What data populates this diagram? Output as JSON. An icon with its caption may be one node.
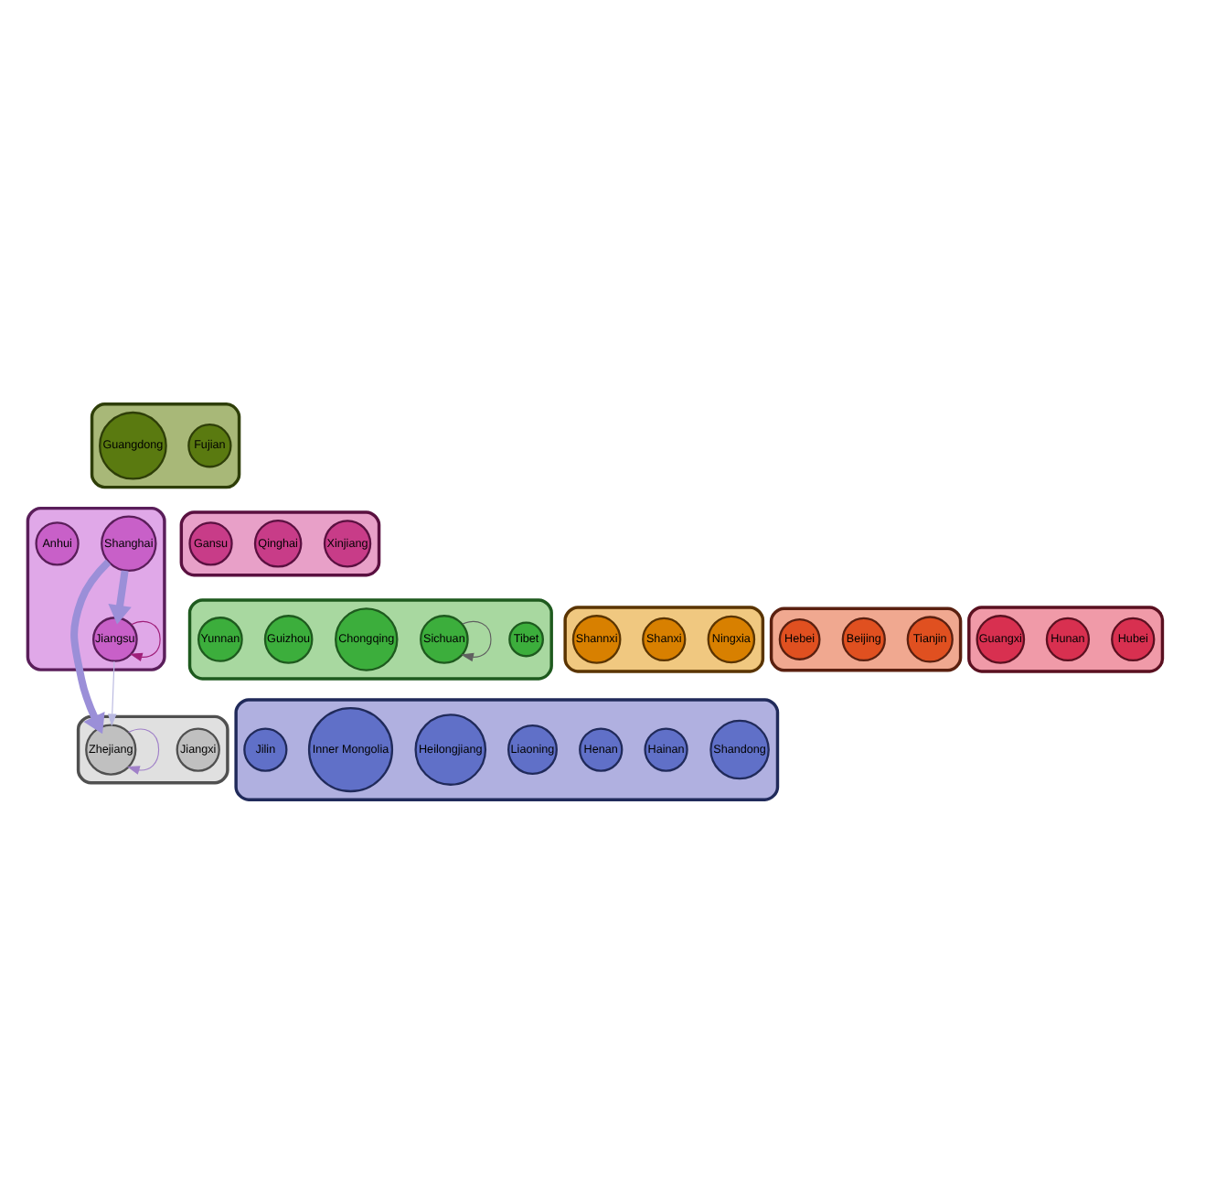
{
  "diagram": {
    "nodes": [
      {
        "text": [],
        "shape": "blob"
      },
      {
        "text": [
          "Tibet"
        ],
        "in": 0
      },
      {
        "text": [
          "Sichuan"
        ],
        "in": 0
      },
      {
        "text": [
          "Chongqing"
        ],
        "in": 0
      },
      {
        "text": [
          "Guizhou"
        ],
        "in": 0
      },
      {
        "text": [
          "Yunnan"
        ],
        "in": 0
      },
      {
        "text": [],
        "shape": "blob"
      },
      {
        "text": [
          "Fujian"
        ],
        "in": 6
      },
      {
        "text": [
          "Guangdong"
        ],
        "in": 6
      },
      {
        "text": [],
        "shape": "blob"
      },
      {
        "text": [
          "Anhui"
        ],
        "in": 9
      },
      {
        "text": [
          "Jiangsu"
        ],
        "in": 9
      },
      {
        "text": [
          "Shanghai"
        ],
        "in": 9
      },
      {
        "text": [],
        "shape": "blob"
      },
      {
        "text": [
          "Gansu"
        ],
        "in": 13
      },
      {
        "text": [
          "Qinghai"
        ],
        "in": 13
      },
      {
        "text": [
          "Xinjiang"
        ],
        "in": 13
      },
      {
        "text": [],
        "shape": "blob"
      },
      {
        "text": [
          "Jiangxi"
        ],
        "in": 17
      },
      {
        "text": [
          "Zhejiang"
        ],
        "in": 17
      },
      {
        "text": [],
        "shape": "blob"
      },
      {
        "text": [
          "Shannxi"
        ],
        "in": 20
      },
      {
        "text": [
          "Shanxi"
        ],
        "in": 20
      },
      {
        "text": [
          "Ningxia"
        ],
        "in": 20
      },
      {
        "text": [],
        "shape": "blob"
      },
      {
        "text": [
          "Hebei"
        ],
        "in": 24
      },
      {
        "text": [
          "Beijing"
        ],
        "in": 24
      },
      {
        "text": [
          "Tianjin"
        ],
        "in": 24
      },
      {
        "text": [],
        "shape": "blob"
      },
      {
        "text": [
          "Guangxi"
        ],
        "in": 28
      },
      {
        "text": [
          "Hunan"
        ],
        "in": 28
      },
      {
        "text": [
          "Hubei"
        ],
        "in": 28
      },
      {
        "text": [],
        "shape": "blob"
      },
      {
        "text": [
          "Shandong"
        ],
        "in": 32
      },
      {
        "text": [
          "Hainan"
        ],
        "in": 32
      },
      {
        "text": [
          "Henan"
        ],
        "in": 32
      },
      {
        "text": [
          "Liaoning"
        ],
        "in": 32
      },
      {
        "text": [
          "Heilongjiang"
        ],
        "in": 32
      },
      {
        "text": [
          "Inner Mongolia"
        ],
        "in": 32
      },
      {
        "text": [
          "Jilin"
        ],
        "in": 32
      }
    ],
    "edges": [
      {
        "from": 12,
        "to": 11,
        "arrow": "to",
        "style": "thick",
        "color": "#9b8fd8"
      },
      {
        "from": 12,
        "to": 19,
        "arrow": "to",
        "style": "thick",
        "color": "#9b8fd8"
      },
      {
        "from": 11,
        "to": 19,
        "arrow": "to",
        "color": "#b9b8e0"
      },
      {
        "from": 11,
        "to": 11,
        "arrow": "to",
        "color": "#a0207a"
      },
      {
        "from": 19,
        "to": 19,
        "arrow": "to",
        "color": "#a080c8"
      },
      {
        "from": 2,
        "to": 2,
        "arrow": "to",
        "color": "#606060"
      }
    ]
  }
}
